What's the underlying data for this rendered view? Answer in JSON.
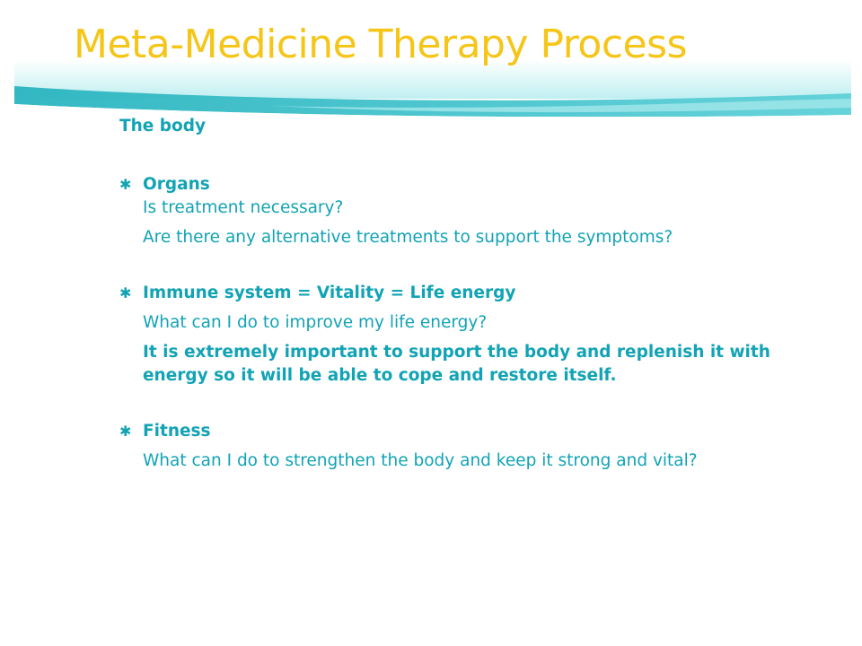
{
  "slide": {
    "title": "Meta-Medicine Therapy Process",
    "colors": {
      "title": "#f5c518",
      "text": "#12a3b5",
      "header_band": "#2ab5c0",
      "header_band_light": "#6fd6dc"
    },
    "section_heading": "The body",
    "bullets": [
      {
        "icon": "asterisk-bullet-icon",
        "glyph": "✱",
        "heading": "Organs",
        "lines": [
          "Is treatment necessary?",
          "Are there any alternative treatments to support the symptoms?"
        ]
      },
      {
        "icon": "asterisk-bullet-icon",
        "glyph": "✱",
        "heading": "Immune system = Vitality = Life energy",
        "lines": [
          "What can I do to improve my life energy?",
          "It is extremely important to support the body and replenish it with energy so it will be able to cope and restore itself."
        ]
      },
      {
        "icon": "asterisk-bullet-icon",
        "glyph": "✱",
        "heading": "Fitness",
        "lines": [
          "What can I do to strengthen the body and keep it strong and vital?"
        ]
      }
    ]
  }
}
